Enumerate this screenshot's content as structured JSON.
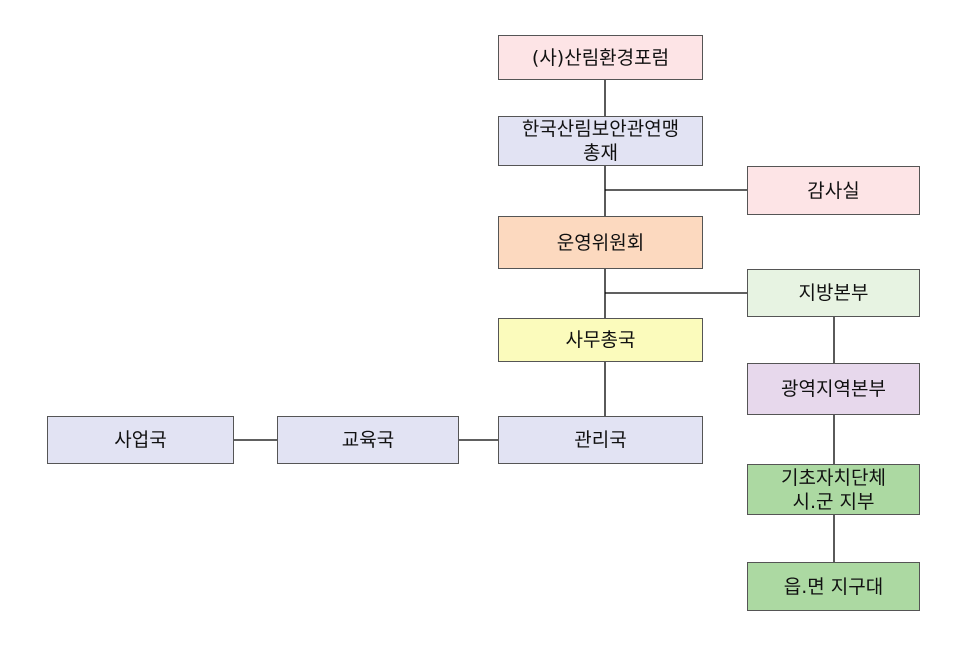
{
  "colors": {
    "pink": "#fde4e6",
    "lavender": "#e2e3f3",
    "peach": "#fcd9bf",
    "yellow": "#fbfbbc",
    "pale_green": "#e7f3e2",
    "light_purple": "#e7d8ec",
    "green": "#acd9a2",
    "line": "#000000"
  },
  "nodes": {
    "forum": "(사)산림환경포럼",
    "federation": "한국산림보안관연맹\n총재",
    "audit": "감사실",
    "committee": "운영위원회",
    "regional_hq": "지방본부",
    "secretariat": "사무총국",
    "metro_hq": "광역지역본부",
    "business": "사업국",
    "education": "교육국",
    "management": "관리국",
    "local_gov": "기초자치단체\n시.군 지부",
    "town_unit": "읍.면 지구대"
  }
}
